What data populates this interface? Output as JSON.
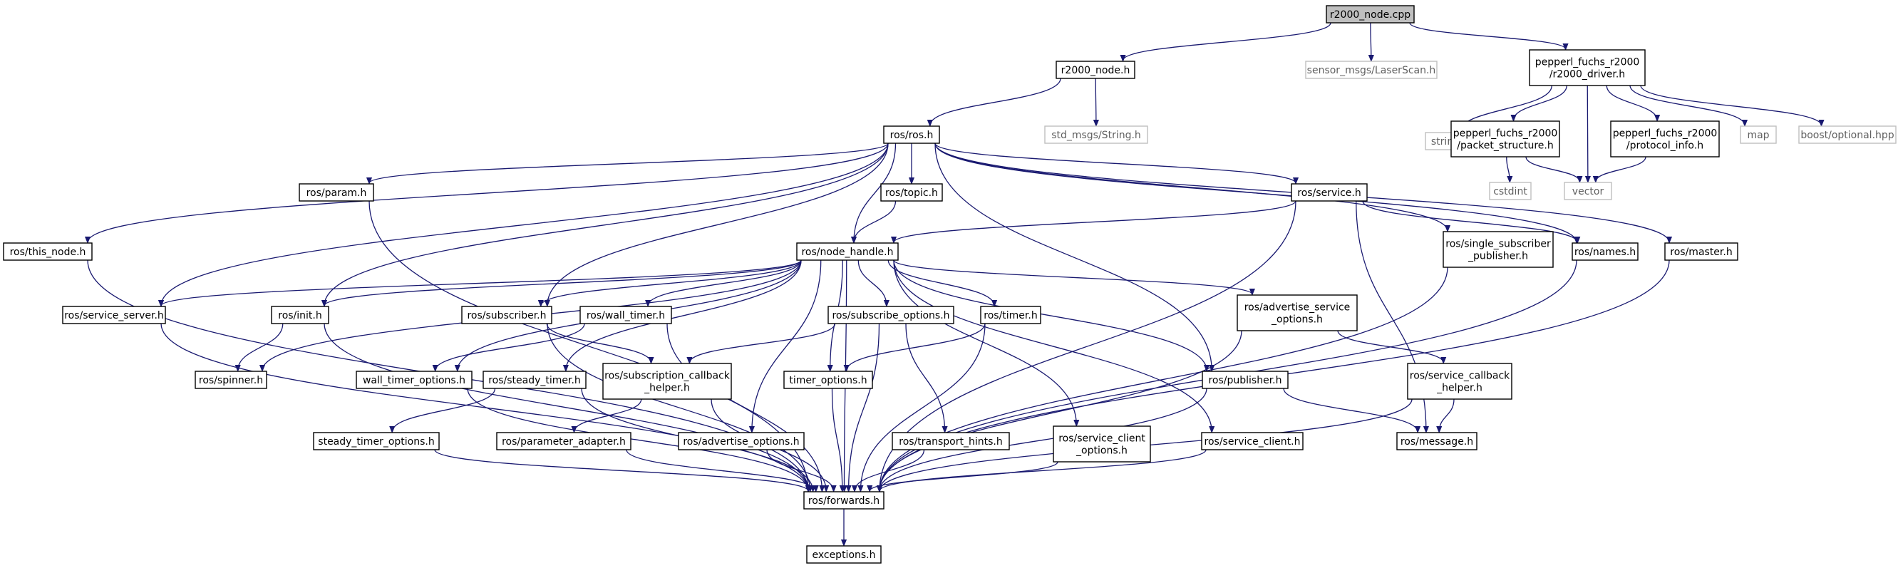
{
  "colors": {
    "edge": "#191970",
    "root_fill": "#bfbfbf",
    "box_border": "#000000",
    "external_border": "#bfbfbf",
    "external_text": "#606060"
  },
  "nodes": [
    {
      "id": "r2000_node_cpp",
      "lines": [
        "r2000_node.cpp"
      ],
      "style": "root"
    },
    {
      "id": "r2000_node_h",
      "lines": [
        "r2000_node.h"
      ],
      "style": "solid"
    },
    {
      "id": "laserscan",
      "lines": [
        "sensor_msgs/LaserScan.h"
      ],
      "style": "ext"
    },
    {
      "id": "driver",
      "lines": [
        "pepperl_fuchs_r2000",
        "/r2000_driver.h"
      ],
      "style": "solid"
    },
    {
      "id": "ros_ros",
      "lines": [
        "ros/ros.h"
      ],
      "style": "solid"
    },
    {
      "id": "std_string",
      "lines": [
        "std_msgs/String.h"
      ],
      "style": "ext"
    },
    {
      "id": "string",
      "lines": [
        "string"
      ],
      "style": "ext"
    },
    {
      "id": "packet",
      "lines": [
        "pepperl_fuchs_r2000",
        "/packet_structure.h"
      ],
      "style": "solid"
    },
    {
      "id": "protocol",
      "lines": [
        "pepperl_fuchs_r2000",
        "/protocol_info.h"
      ],
      "style": "solid"
    },
    {
      "id": "map",
      "lines": [
        "map"
      ],
      "style": "ext"
    },
    {
      "id": "boost_optional",
      "lines": [
        "boost/optional.hpp"
      ],
      "style": "ext"
    },
    {
      "id": "cstdint",
      "lines": [
        "cstdint"
      ],
      "style": "ext"
    },
    {
      "id": "vector",
      "lines": [
        "vector"
      ],
      "style": "ext"
    },
    {
      "id": "param",
      "lines": [
        "ros/param.h"
      ],
      "style": "solid"
    },
    {
      "id": "topic",
      "lines": [
        "ros/topic.h"
      ],
      "style": "solid"
    },
    {
      "id": "service",
      "lines": [
        "ros/service.h"
      ],
      "style": "solid"
    },
    {
      "id": "this_node",
      "lines": [
        "ros/this_node.h"
      ],
      "style": "solid"
    },
    {
      "id": "single_sub",
      "lines": [
        "ros/single_subscriber",
        "_publisher.h"
      ],
      "style": "solid"
    },
    {
      "id": "names",
      "lines": [
        "ros/names.h"
      ],
      "style": "solid"
    },
    {
      "id": "master",
      "lines": [
        "ros/master.h"
      ],
      "style": "solid"
    },
    {
      "id": "node_handle",
      "lines": [
        "ros/node_handle.h"
      ],
      "style": "solid"
    },
    {
      "id": "service_server",
      "lines": [
        "ros/service_server.h"
      ],
      "style": "solid"
    },
    {
      "id": "init",
      "lines": [
        "ros/init.h"
      ],
      "style": "solid"
    },
    {
      "id": "subscriber",
      "lines": [
        "ros/subscriber.h"
      ],
      "style": "solid"
    },
    {
      "id": "wall_timer",
      "lines": [
        "ros/wall_timer.h"
      ],
      "style": "solid"
    },
    {
      "id": "subscribe_options",
      "lines": [
        "ros/subscribe_options.h"
      ],
      "style": "solid"
    },
    {
      "id": "timer",
      "lines": [
        "ros/timer.h"
      ],
      "style": "solid"
    },
    {
      "id": "adv_service_options",
      "lines": [
        "ros/advertise_service",
        "_options.h"
      ],
      "style": "solid"
    },
    {
      "id": "spinner",
      "lines": [
        "ros/spinner.h"
      ],
      "style": "solid"
    },
    {
      "id": "wall_timer_options",
      "lines": [
        "wall_timer_options.h"
      ],
      "style": "solid"
    },
    {
      "id": "steady_timer",
      "lines": [
        "ros/steady_timer.h"
      ],
      "style": "solid"
    },
    {
      "id": "sub_cb_helper",
      "lines": [
        "ros/subscription_callback",
        "_helper.h"
      ],
      "style": "solid"
    },
    {
      "id": "timer_options",
      "lines": [
        "timer_options.h"
      ],
      "style": "solid"
    },
    {
      "id": "publisher",
      "lines": [
        "ros/publisher.h"
      ],
      "style": "solid"
    },
    {
      "id": "service_cb_helper",
      "lines": [
        "ros/service_callback",
        "_helper.h"
      ],
      "style": "solid"
    },
    {
      "id": "steady_timer_options",
      "lines": [
        "steady_timer_options.h"
      ],
      "style": "solid"
    },
    {
      "id": "parameter_adapter",
      "lines": [
        "ros/parameter_adapter.h"
      ],
      "style": "solid"
    },
    {
      "id": "advertise_options",
      "lines": [
        "ros/advertise_options.h"
      ],
      "style": "solid"
    },
    {
      "id": "transport_hints",
      "lines": [
        "ros/transport_hints.h"
      ],
      "style": "solid"
    },
    {
      "id": "service_client_options",
      "lines": [
        "ros/service_client",
        "_options.h"
      ],
      "style": "solid"
    },
    {
      "id": "service_client",
      "lines": [
        "ros/service_client.h"
      ],
      "style": "solid"
    },
    {
      "id": "message",
      "lines": [
        "ros/message.h"
      ],
      "style": "solid"
    },
    {
      "id": "forwards",
      "lines": [
        "ros/forwards.h"
      ],
      "style": "solid"
    },
    {
      "id": "exceptions",
      "lines": [
        "exceptions.h"
      ],
      "style": "solid"
    }
  ],
  "edges": [
    [
      "r2000_node_cpp",
      "r2000_node_h"
    ],
    [
      "r2000_node_cpp",
      "laserscan"
    ],
    [
      "r2000_node_cpp",
      "driver"
    ],
    [
      "r2000_node_h",
      "ros_ros"
    ],
    [
      "r2000_node_h",
      "std_string"
    ],
    [
      "driver",
      "string"
    ],
    [
      "driver",
      "packet"
    ],
    [
      "driver",
      "vector"
    ],
    [
      "driver",
      "protocol"
    ],
    [
      "driver",
      "map"
    ],
    [
      "driver",
      "boost_optional"
    ],
    [
      "packet",
      "cstdint"
    ],
    [
      "packet",
      "vector"
    ],
    [
      "protocol",
      "vector"
    ],
    [
      "ros_ros",
      "this_node"
    ],
    [
      "ros_ros",
      "service_server"
    ],
    [
      "ros_ros",
      "param"
    ],
    [
      "ros_ros",
      "init"
    ],
    [
      "ros_ros",
      "subscriber"
    ],
    [
      "ros_ros",
      "node_handle"
    ],
    [
      "ros_ros",
      "topic"
    ],
    [
      "ros_ros",
      "publisher"
    ],
    [
      "ros_ros",
      "service"
    ],
    [
      "ros_ros",
      "single_sub"
    ],
    [
      "ros_ros",
      "names"
    ],
    [
      "ros_ros",
      "master"
    ],
    [
      "param",
      "forwards"
    ],
    [
      "topic",
      "node_handle"
    ],
    [
      "service",
      "node_handle"
    ],
    [
      "service",
      "names"
    ],
    [
      "service",
      "message"
    ],
    [
      "service",
      "forwards"
    ],
    [
      "this_node",
      "forwards"
    ],
    [
      "single_sub",
      "forwards"
    ],
    [
      "names",
      "forwards"
    ],
    [
      "master",
      "forwards"
    ],
    [
      "node_handle",
      "service_server"
    ],
    [
      "node_handle",
      "init"
    ],
    [
      "node_handle",
      "spinner"
    ],
    [
      "node_handle",
      "subscriber"
    ],
    [
      "node_handle",
      "wall_timer"
    ],
    [
      "node_handle",
      "wall_timer_options"
    ],
    [
      "node_handle",
      "steady_timer"
    ],
    [
      "node_handle",
      "advertise_options"
    ],
    [
      "node_handle",
      "timer_options"
    ],
    [
      "node_handle",
      "subscribe_options"
    ],
    [
      "node_handle",
      "timer"
    ],
    [
      "node_handle",
      "service_client_options"
    ],
    [
      "node_handle",
      "forwards"
    ],
    [
      "node_handle",
      "service_client"
    ],
    [
      "node_handle",
      "publisher"
    ],
    [
      "node_handle",
      "adv_service_options"
    ],
    [
      "service_server",
      "forwards"
    ],
    [
      "init",
      "spinner"
    ],
    [
      "init",
      "forwards"
    ],
    [
      "subscriber",
      "forwards"
    ],
    [
      "subscriber",
      "sub_cb_helper"
    ],
    [
      "wall_timer",
      "wall_timer_options"
    ],
    [
      "wall_timer",
      "forwards"
    ],
    [
      "subscribe_options",
      "sub_cb_helper"
    ],
    [
      "subscribe_options",
      "transport_hints"
    ],
    [
      "subscribe_options",
      "forwards"
    ],
    [
      "timer",
      "timer_options"
    ],
    [
      "timer",
      "forwards"
    ],
    [
      "adv_service_options",
      "service_cb_helper"
    ],
    [
      "adv_service_options",
      "forwards"
    ],
    [
      "wall_timer_options",
      "forwards"
    ],
    [
      "steady_timer",
      "steady_timer_options"
    ],
    [
      "steady_timer",
      "forwards"
    ],
    [
      "sub_cb_helper",
      "parameter_adapter"
    ],
    [
      "sub_cb_helper",
      "forwards"
    ],
    [
      "timer_options",
      "forwards"
    ],
    [
      "publisher",
      "message"
    ],
    [
      "publisher",
      "forwards"
    ],
    [
      "service_cb_helper",
      "message"
    ],
    [
      "service_cb_helper",
      "forwards"
    ],
    [
      "steady_timer_options",
      "forwards"
    ],
    [
      "parameter_adapter",
      "forwards"
    ],
    [
      "advertise_options",
      "forwards"
    ],
    [
      "transport_hints",
      "forwards"
    ],
    [
      "service_client_options",
      "forwards"
    ],
    [
      "service_client",
      "forwards"
    ],
    [
      "forwards",
      "exceptions"
    ]
  ]
}
